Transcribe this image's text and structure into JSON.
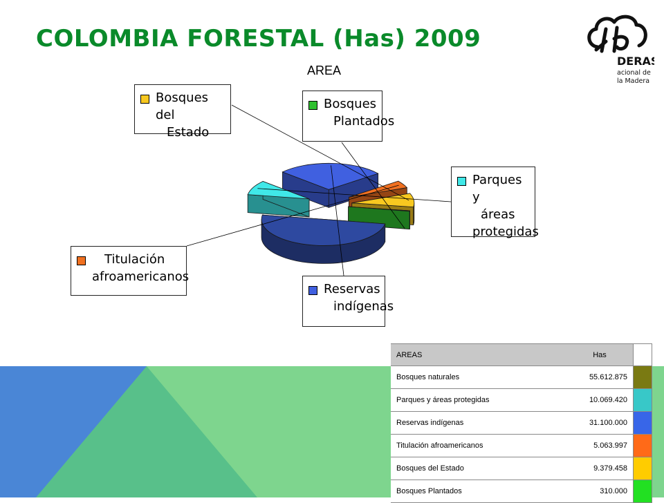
{
  "slide": {
    "title": "COLOMBIA FORESTAL (Has) 2009"
  },
  "logo": {
    "name": "DERAS",
    "tagline_1": "acional de",
    "tagline_2": "la Madera"
  },
  "colors": {
    "title": "#0a8a2a",
    "bg_green": "#7ed58e",
    "bg_blue": "#4a86d6",
    "bg_teal": "#58c08a"
  },
  "table": {
    "headers": {
      "name": "AREAS",
      "value": "Has"
    },
    "header_swatch": "#ffffff"
  },
  "chart_data": {
    "type": "pie",
    "title": "AREA",
    "style": "3d-exploded",
    "slices": [
      {
        "label": "Bosques naturales",
        "value": 55612875,
        "display": "55.612.875",
        "color": "#2e49a0",
        "legend": ""
      },
      {
        "label": "Parques y áreas protegidas",
        "value": 10069420,
        "display": "10.069.420",
        "color": "#40e8e8",
        "legend": [
          "Parques y",
          "áreas",
          "protegidas"
        ]
      },
      {
        "label": "Reservas indígenas",
        "value": 31100000,
        "display": "31.100.000",
        "color": "#4060e0",
        "legend": [
          "Reservas",
          "indígenas"
        ]
      },
      {
        "label": "Titulación afroamericanos",
        "value": 5063997,
        "display": "5.063.997",
        "color": "#f07020",
        "legend": [
          "Titulación",
          "afroamericanos"
        ]
      },
      {
        "label": "Bosques del  Estado",
        "value": 9379458,
        "display": "9.379.458",
        "color": "#f8c820",
        "legend": [
          "Bosques del",
          "Estado"
        ]
      },
      {
        "label": "Bosques Plantados",
        "value": 310000,
        "display": "310.000",
        "color": "#30c030",
        "legend": [
          "Bosques",
          "Plantados"
        ]
      }
    ],
    "table_swatches": [
      "#7a7a12",
      "#38c8c8",
      "#3866e8",
      "#ff6a18",
      "#ffcc00",
      "#22e022"
    ]
  }
}
